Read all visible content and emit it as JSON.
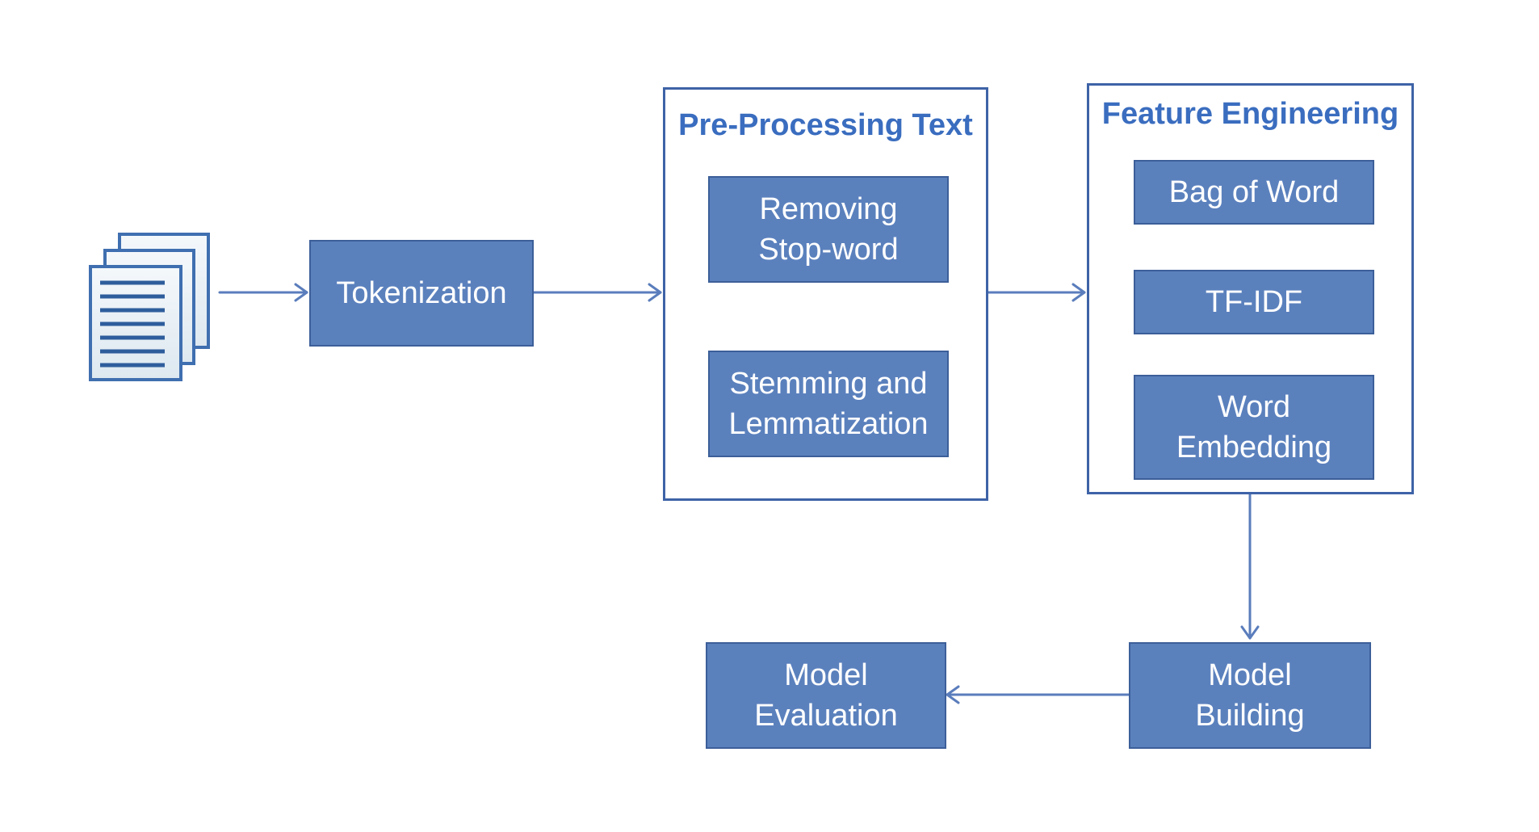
{
  "diagram": {
    "nodes": {
      "tokenization": "Tokenization",
      "preprocessing_title": "Pre-Processing  Text",
      "removing_stopword": "Removing\nStop-word",
      "stemming_lemmatization": "Stemming and\nLemmatization",
      "feature_engineering_title": "Feature Engineering",
      "bag_of_word": "Bag of Word",
      "tf_idf": "TF-IDF",
      "word_embedding": "Word\nEmbedding",
      "model_building": "Model\nBuilding",
      "model_evaluation": "Model\nEvaluation"
    },
    "colors": {
      "box_fill": "#5b81bd",
      "box_border": "#3c5f99",
      "group_border": "#3e63a7",
      "title_text": "#3a6dbf",
      "arrow": "#5a7dbc"
    },
    "icons": [
      "documents-icon"
    ]
  }
}
